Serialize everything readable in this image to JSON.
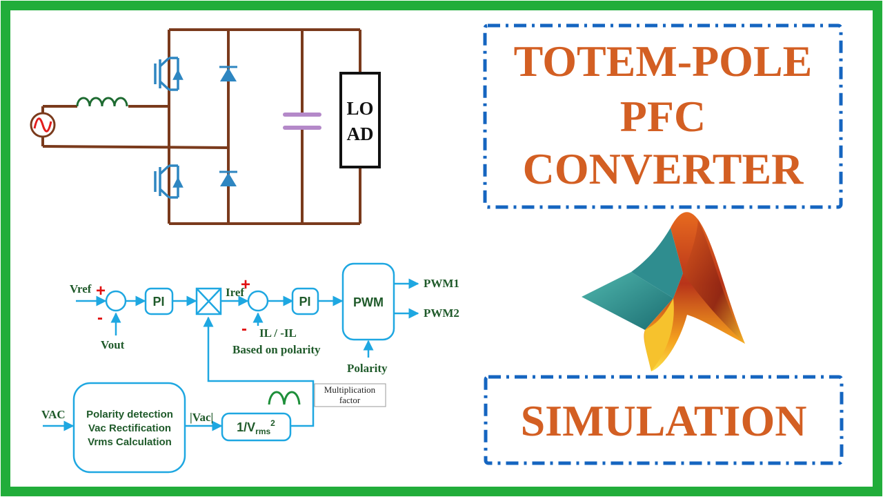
{
  "title": {
    "line1": "TOTEM-POLE",
    "line2": "PFC",
    "line3": "CONVERTER",
    "subtitle": "SIMULATION"
  },
  "circuit": {
    "load_line1": "LO",
    "load_line2": "AD"
  },
  "control": {
    "vref": "Vref",
    "vout": "Vout",
    "pi1": "PI",
    "pi2": "PI",
    "iref": "Iref",
    "il": "IL / -IL",
    "polarity_note": "Based on polarity",
    "pwm": "PWM",
    "pwm1": "PWM1",
    "pwm2": "PWM2",
    "polarity": "Polarity",
    "vac": "VAC",
    "block_line1": "Polarity detection",
    "block_line2": "Vac Rectification",
    "block_line3": "Vrms Calculation",
    "abs_vac": "|Vac|",
    "inv_prefix": "1/V",
    "inv_sub": "rms",
    "inv_sup": "2",
    "mult_line1": "Multiplication",
    "mult_line2": "factor",
    "plus1": "+",
    "minus1": "-",
    "plus2": "+",
    "minus2": "-"
  },
  "colors": {
    "frame": "#21ad3a",
    "title": "#d35f23",
    "dash_border": "#1565c0",
    "wire": "#7a3a1c",
    "control": "#1ea7e1",
    "label": "#1f5a2a",
    "sign": "#e01010",
    "igbt": "#2e86c1",
    "capacitor": "#b489c9"
  },
  "icons": {
    "logo": "matlab-membrane-logo",
    "source": "ac-source-icon",
    "switch": "igbt-icon",
    "diode": "diode-icon"
  }
}
